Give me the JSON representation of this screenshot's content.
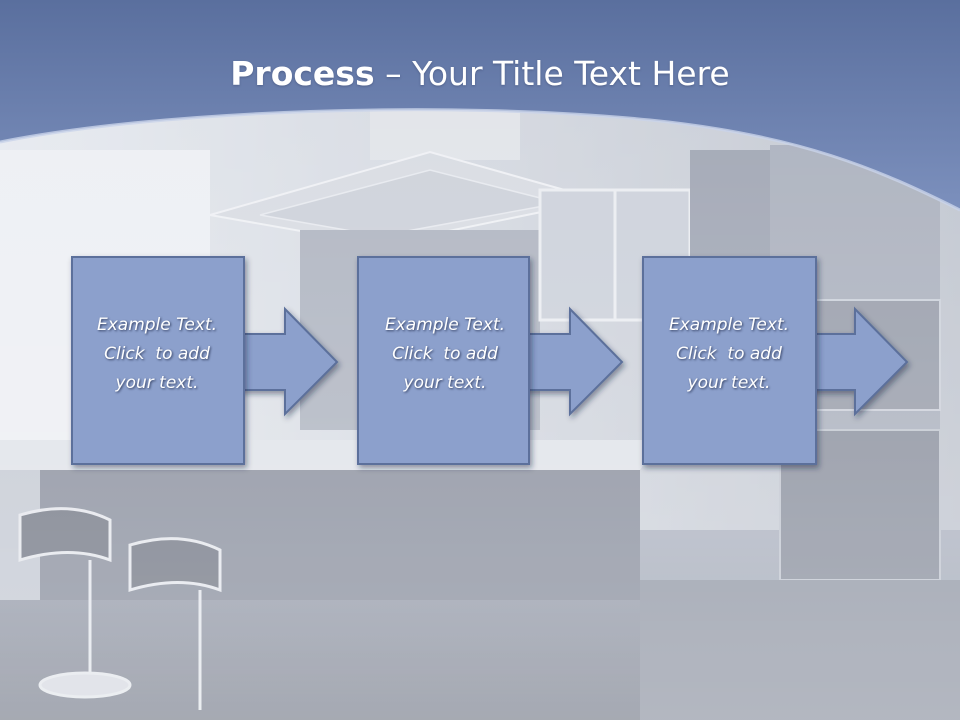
{
  "title": {
    "bold": "Process",
    "dash": "–",
    "rest": "Your Title Text Here"
  },
  "steps": [
    {
      "line1": "Example Text.",
      "line2": "Click  to add",
      "line3": "your text."
    },
    {
      "line1": "Example Text.",
      "line2": "Click  to add",
      "line3": "your text."
    },
    {
      "line1": "Example Text.",
      "line2": "Click  to add",
      "line3": "your text."
    }
  ],
  "colors": {
    "header_band": "#7388b6",
    "box_fill": "#8ca0cc",
    "box_stroke": "#5c6f9b",
    "text": "#ffffff"
  }
}
